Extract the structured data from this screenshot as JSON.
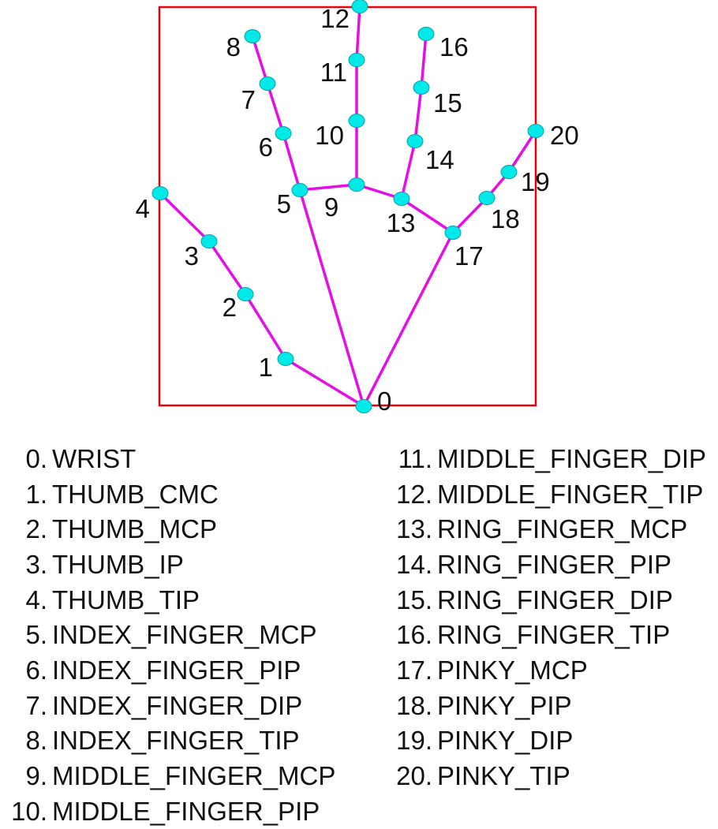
{
  "colors": {
    "bounding_box": "#e8000b",
    "connection": "#e60ee6",
    "landmark": "#00e9e9",
    "landmark_stroke": "#0aa3a3",
    "text": "#111111"
  },
  "landmarks": [
    {
      "id": 0,
      "label": "0",
      "name": "WRIST"
    },
    {
      "id": 1,
      "label": "1",
      "name": "THUMB_CMC"
    },
    {
      "id": 2,
      "label": "2",
      "name": "THUMB_MCP"
    },
    {
      "id": 3,
      "label": "3",
      "name": "THUMB_IP"
    },
    {
      "id": 4,
      "label": "4",
      "name": "THUMB_TIP"
    },
    {
      "id": 5,
      "label": "5",
      "name": "INDEX_FINGER_MCP"
    },
    {
      "id": 6,
      "label": "6",
      "name": "INDEX_FINGER_PIP"
    },
    {
      "id": 7,
      "label": "7",
      "name": "INDEX_FINGER_DIP"
    },
    {
      "id": 8,
      "label": "8",
      "name": "INDEX_FINGER_TIP"
    },
    {
      "id": 9,
      "label": "9",
      "name": "MIDDLE_FINGER_MCP"
    },
    {
      "id": 10,
      "label": "10",
      "name": "MIDDLE_FINGER_PIP"
    },
    {
      "id": 11,
      "label": "11",
      "name": "MIDDLE_FINGER_DIP"
    },
    {
      "id": 12,
      "label": "12",
      "name": "MIDDLE_FINGER_TIP"
    },
    {
      "id": 13,
      "label": "13",
      "name": "RING_FINGER_MCP"
    },
    {
      "id": 14,
      "label": "14",
      "name": "RING_FINGER_PIP"
    },
    {
      "id": 15,
      "label": "15",
      "name": "RING_FINGER_DIP"
    },
    {
      "id": 16,
      "label": "16",
      "name": "RING_FINGER_TIP"
    },
    {
      "id": 17,
      "label": "17",
      "name": "PINKY_MCP"
    },
    {
      "id": 18,
      "label": "18",
      "name": "PINKY_PIP"
    },
    {
      "id": 19,
      "label": "19",
      "name": "PINKY_DIP"
    },
    {
      "id": 20,
      "label": "20",
      "name": "PINKY_TIP"
    }
  ],
  "connections": [
    [
      0,
      1
    ],
    [
      1,
      2
    ],
    [
      2,
      3
    ],
    [
      3,
      4
    ],
    [
      0,
      5
    ],
    [
      5,
      6
    ],
    [
      6,
      7
    ],
    [
      7,
      8
    ],
    [
      5,
      9
    ],
    [
      9,
      10
    ],
    [
      10,
      11
    ],
    [
      11,
      12
    ],
    [
      9,
      13
    ],
    [
      13,
      14
    ],
    [
      14,
      15
    ],
    [
      15,
      16
    ],
    [
      13,
      17
    ],
    [
      0,
      17
    ],
    [
      17,
      18
    ],
    [
      18,
      19
    ],
    [
      19,
      20
    ]
  ],
  "legend": {
    "left": [
      {
        "index": "0.",
        "name": "WRIST"
      },
      {
        "index": "1.",
        "name": "THUMB_CMC"
      },
      {
        "index": "2.",
        "name": "THUMB_MCP"
      },
      {
        "index": "3.",
        "name": "THUMB_IP"
      },
      {
        "index": "4.",
        "name": "THUMB_TIP"
      },
      {
        "index": "5.",
        "name": "INDEX_FINGER_MCP"
      },
      {
        "index": "6.",
        "name": "INDEX_FINGER_PIP"
      },
      {
        "index": "7.",
        "name": "INDEX_FINGER_DIP"
      },
      {
        "index": "8.",
        "name": "INDEX_FINGER_TIP"
      },
      {
        "index": "9.",
        "name": "MIDDLE_FINGER_MCP"
      },
      {
        "index": "10.",
        "name": "MIDDLE_FINGER_PIP"
      }
    ],
    "right": [
      {
        "index": "11.",
        "name": "MIDDLE_FINGER_DIP"
      },
      {
        "index": "12.",
        "name": "MIDDLE_FINGER_TIP"
      },
      {
        "index": "13.",
        "name": "RING_FINGER_MCP"
      },
      {
        "index": "14.",
        "name": "RING_FINGER_PIP"
      },
      {
        "index": "15.",
        "name": "RING_FINGER_DIP"
      },
      {
        "index": "16.",
        "name": "RING_FINGER_TIP"
      },
      {
        "index": "17.",
        "name": "PINKY_MCP"
      },
      {
        "index": "18.",
        "name": "PINKY_PIP"
      },
      {
        "index": "19.",
        "name": "PINKY_DIP"
      },
      {
        "index": "20.",
        "name": "PINKY_TIP"
      }
    ]
  }
}
